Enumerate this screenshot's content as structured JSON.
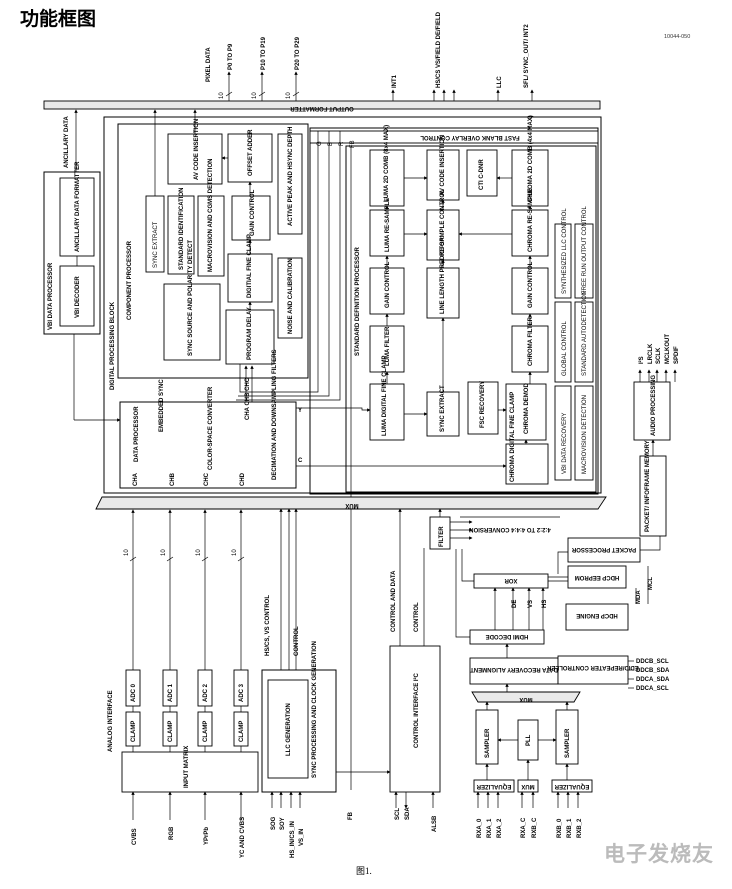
{
  "title": "功能框图",
  "doc_id": "10044-050",
  "caption": "图1.",
  "watermark": "电子发烧友",
  "top_outputs": [
    "PIXEL DATA",
    "P0 TO P9",
    "P10 TO P19",
    "P20 TO P29",
    "INT1",
    "HS/CS VS/FIELD DE/FIELD",
    "LLC",
    "SFL/ SYNC_OUT/ INT2"
  ],
  "bus_widths": [
    "10",
    "10",
    "10",
    "10",
    "10",
    "10",
    "10"
  ],
  "bars": {
    "output_formatter": "OUTPUT FORMATTER",
    "mux": "MUX",
    "fast_blank": "FAST BLANK OVERLAY CONTROL"
  },
  "rgb_fb": [
    "G",
    "B",
    "R",
    "FB"
  ],
  "vbi": {
    "outer": "VBI DATA PROCESSOR",
    "formatter": "ANCILLARY DATA FORMATTER",
    "decoder": "VBI DECODER",
    "ancillary": "ANCILLARY DATA"
  },
  "dpb": "DIGITAL PROCESSING BLOCK",
  "component": {
    "title": "COMPONENT PROCESSOR",
    "sync_extract": "SYNC EXTRACT",
    "av_code": "AV CODE INSERTION",
    "std_ident": "STANDARD IDENTIFICATION",
    "macrovision": "MACROVISION AND CGMS DETECTION",
    "offset_adder": "OFFSET ADDER",
    "gain_control": "GAIN CONTROL",
    "active_peak": "ACTIVE PEAK AND HSYNC DEPTH",
    "fine_clamp": "DIGITIAL FINE CLAMP",
    "sync_source": "SYNC SOURCE AND POLARITY DETECT",
    "program_delay": "PROGRAM DELAY",
    "noise": "NOISE AND CALIBRATION"
  },
  "sdp": {
    "title": "STANDARD DEFINITION PROCESSOR",
    "luma_comb": "LUMA 2D COMB (8x4 MAX)",
    "av_code": "AV CODE INSERTION",
    "cti": "CTI C-DNR",
    "chroma_comb": "CHROMA 2D COMB (4x4 MAX)",
    "luma_resample": "LUMA RE-SAMPLE",
    "resample_ctrl": "RE-SAMPLE CONTROL",
    "chroma_resample": "CHROMA RE-SAMPLE",
    "luma_gain": "GAIN CONTROL",
    "line_length": "LINE LENGTH PREDICTOR",
    "chroma_gain": "GAIN CONTROL",
    "luma_filter": "LUMA FILTER",
    "chroma_filter": "CHROMA FILTER",
    "luma_clamp": "LUMA DIGITAL FINE CLAMP",
    "sync_extract": "SYNC EXTRACT",
    "fsc": "FSC RECOVERY",
    "chroma_demod": "CHROMA DEMOD",
    "chroma_clamp": "CHROMA DIGITAL FINE CLAMP",
    "synth_llc": "SYNTHESIZED LLC CONTROL",
    "free_run": "FREE RUN OUTPUT CONTROL",
    "global_ctrl": "GLOBAL CONTROL",
    "std_auto": "STANDARD AUTODETECTION",
    "vbi_recovery": "VBI DATA RECOVERY",
    "macro_det": "MACROVISION DETECTION"
  },
  "front": {
    "cha": "CHA",
    "chb": "CHB",
    "chc": "CHC",
    "chd": "CHD",
    "data_proc": "DATA PROCESSOR",
    "embedded_sync": "EMBEDDED SYNC",
    "csc": "COLOR-SPACE CONVERTER",
    "decimation": "DECIMATION AND DOWNSAMPLING FILTERS",
    "cha_chb_chc": "CHA CHB CHC",
    "y": "Y",
    "c": "C"
  },
  "analog": {
    "interface": "ANALOG INTERFACE",
    "adcs": [
      "ADC 0",
      "ADC 1",
      "ADC 2",
      "ADC 3"
    ],
    "clamp": "CLAMP",
    "matrix": "INPUT MATRIX",
    "inputs": [
      "CVBS",
      "RGB",
      "YPrPb",
      "YC AND CVBS"
    ]
  },
  "sync_block": {
    "title": "SYNC PROCESSING AND CLOCK GENERATION",
    "llc": "LLC GENERATION",
    "pins": [
      "SOG",
      "SOY",
      "HS_IN/CS_IN",
      "VS_IN"
    ],
    "hs_cs_vs": "HS/CS, VS CONTROL",
    "control": "CONTROL"
  },
  "ctrl_if": {
    "title": "CONTROL INTERFACE I²C",
    "ctrl_data": "CONTROL AND DATA",
    "control": "CONTROL",
    "pins": [
      "SCL",
      "SDA",
      "ALSB"
    ],
    "fb": "FB"
  },
  "hdmi": {
    "filter": "FILTER",
    "conv": "4:2:2 TO 4:4:4 CONVERSION",
    "packet": "PACKET PROCESSOR",
    "eeprom": "HDCP EEPROM",
    "xor": "XOR",
    "engine": "HDCP ENGINE",
    "mda": "MDA",
    "mcl": "MCL",
    "sigs": [
      "DE",
      "HS",
      "VS"
    ],
    "decode": "HDMI DECODE",
    "alignment": "DATA RECOVERY ALIGNMENT",
    "edid": "EDID/REPEATER CONTROLLER",
    "ddc": [
      "DDCB_SCL",
      "DDCB_SDA",
      "DDCA_SDA",
      "DDCA_SCL"
    ],
    "mux": "MUX",
    "sampler": "SAMPLER",
    "pll": "PLL",
    "equalizer": "EQUALIZER",
    "mux_small": "MUX",
    "rx_pins": [
      "RXA_0",
      "RXA_1",
      "RXA_2",
      "RXA_C",
      "RXB_C",
      "RXB_0",
      "RXB_1",
      "RXB_2"
    ]
  },
  "audio": {
    "memory": "PACKET/ INFOFRAME MEMORY",
    "proc": "AUDIO PROCESSING",
    "pins": [
      "I²S",
      "LRCLK",
      "SCLK",
      "MCLKOUT",
      "SPDIF"
    ]
  }
}
